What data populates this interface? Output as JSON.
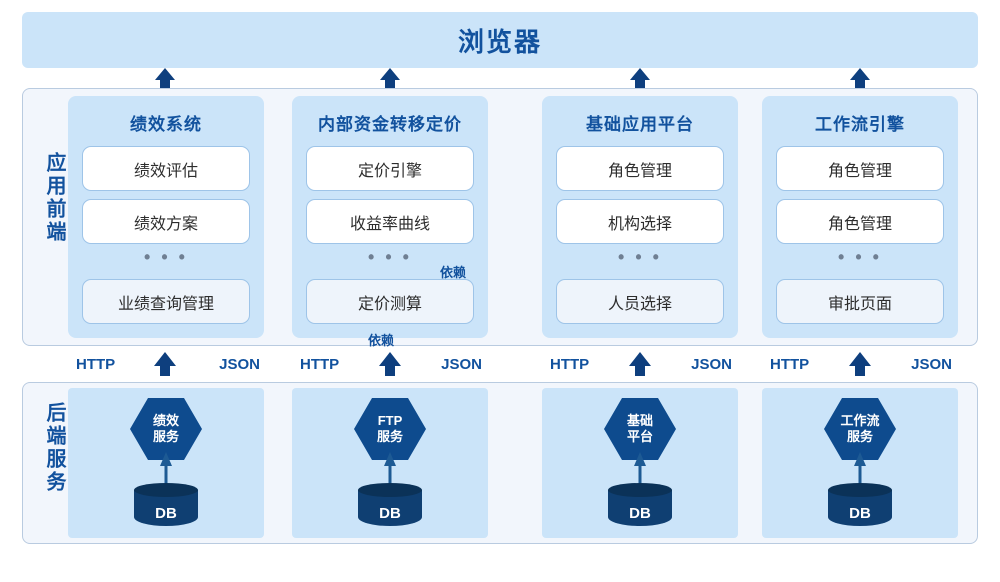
{
  "diagram": {
    "title_banner": "浏览器",
    "layers": [
      {
        "id": "frontend",
        "label": "应用前端"
      },
      {
        "id": "backend",
        "label": "后端服务"
      }
    ],
    "protocol": {
      "request": "HTTP",
      "response": "JSON",
      "arrow": "up-arrow-icon"
    },
    "ellipsis": "• • •",
    "dependency_label": "依赖",
    "columns": [
      {
        "title": "绩效系统",
        "modules": [
          "绩效评估",
          "绩效方案",
          "业绩查询管理"
        ],
        "service": {
          "line1": "绩效",
          "line2": "服务"
        },
        "database": "DB"
      },
      {
        "title": "内部资金转移定价",
        "modules": [
          "定价引擎",
          "收益率曲线",
          "定价测算"
        ],
        "service": {
          "line1": "FTP",
          "line2": "服务"
        },
        "database": "DB"
      },
      {
        "title": "基础应用平台",
        "modules": [
          "角色管理",
          "机构选择",
          "人员选择"
        ],
        "service": {
          "line1": "基础",
          "line2": "平台"
        },
        "database": "DB"
      },
      {
        "title": "工作流引擎",
        "modules": [
          "角色管理",
          "角色管理",
          "审批页面"
        ],
        "service": {
          "line1": "工作流",
          "line2": "服务"
        },
        "database": "DB"
      }
    ],
    "dependencies": [
      {
        "from": "机构选择",
        "to": "定价测算",
        "label": "依赖"
      },
      {
        "from": "机构选择",
        "to": "业绩查询管理",
        "label": "依赖"
      },
      {
        "from": "人员选择",
        "to": "业绩查询管理",
        "label": "依赖"
      }
    ],
    "colors": {
      "banner_bg": "#cbe4f9",
      "panel_bg": "#cbe4f9",
      "layer_bg": "#f2f6fc",
      "accent_blue": "#12529e",
      "service_navy": "#0e4b8e",
      "db_navy": "#0f3f72",
      "module_border": "#9ec4e8"
    }
  }
}
